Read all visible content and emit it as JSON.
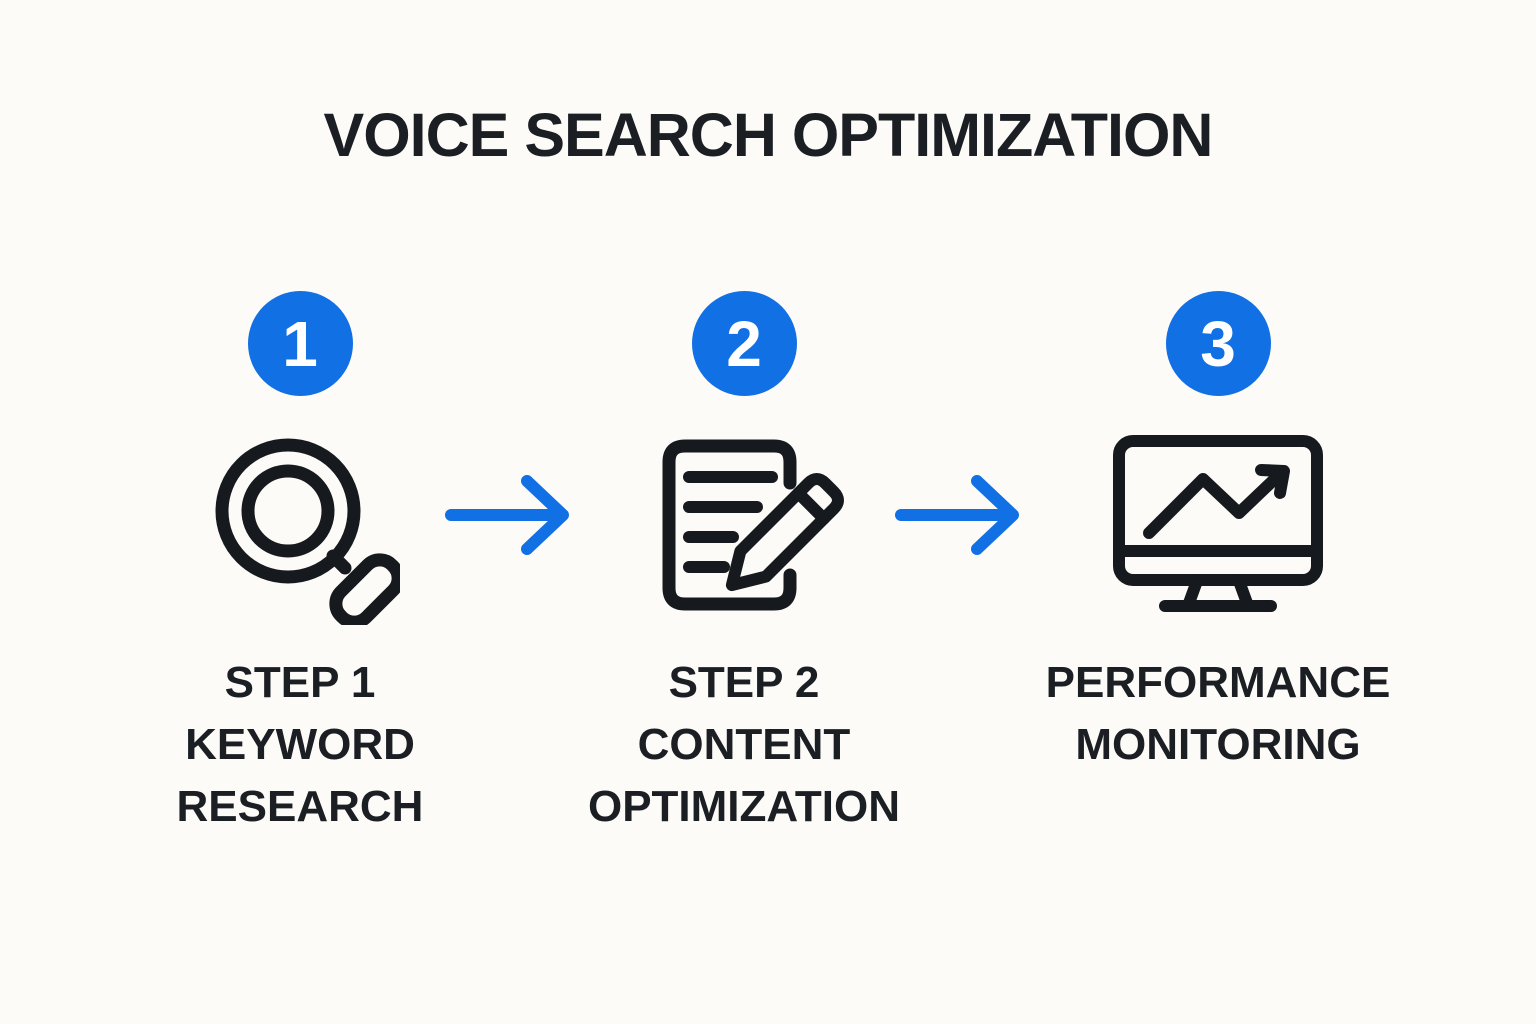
{
  "title": "VOICE SEARCH OPTIMIZATION",
  "colors": {
    "background": "#FCFBF8",
    "ink": "#16191D",
    "accent_blue": "#1170E4",
    "badge_text": "#FFFFFF"
  },
  "steps": [
    {
      "number": "1",
      "icon": "magnifier-icon",
      "label_lines": [
        "STEP 1",
        "KEYWORD",
        "RESEARCH"
      ]
    },
    {
      "number": "2",
      "icon": "document-pencil-icon",
      "label_lines": [
        "STEP 2",
        "CONTENT",
        "OPTIMIZATION"
      ]
    },
    {
      "number": "3",
      "icon": "monitor-chart-icon",
      "label_lines": [
        "PERFORMANCE",
        "MONITORING"
      ]
    }
  ],
  "arrows": [
    {
      "icon": "arrow-right-icon"
    },
    {
      "icon": "arrow-right-icon"
    }
  ]
}
